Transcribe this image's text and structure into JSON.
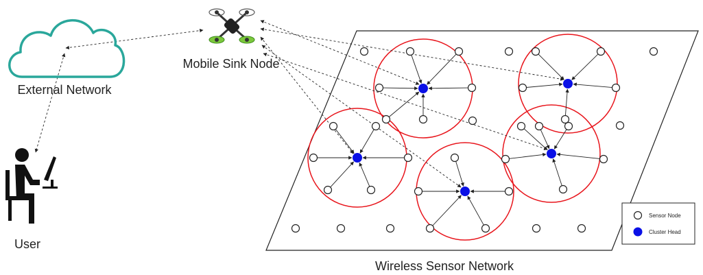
{
  "labels": {
    "external_network": "External Network",
    "mobile_sink_node": "Mobile Sink Node",
    "user": "User",
    "wireless_sensor_network": "Wireless Sensor Network"
  },
  "legend": {
    "sensor_node": "Sensor Node",
    "cluster_head": "Cluster Head"
  },
  "colors": {
    "cluster_boundary": "#e8141b",
    "cluster_head": "#0a10e6",
    "cloud": "#2aa79b",
    "drone_props": "#7cc83c",
    "line": "#222222"
  },
  "icons": {
    "cloud": "cloud-icon",
    "drone": "drone-icon",
    "user": "user-at-computer-icon"
  }
}
